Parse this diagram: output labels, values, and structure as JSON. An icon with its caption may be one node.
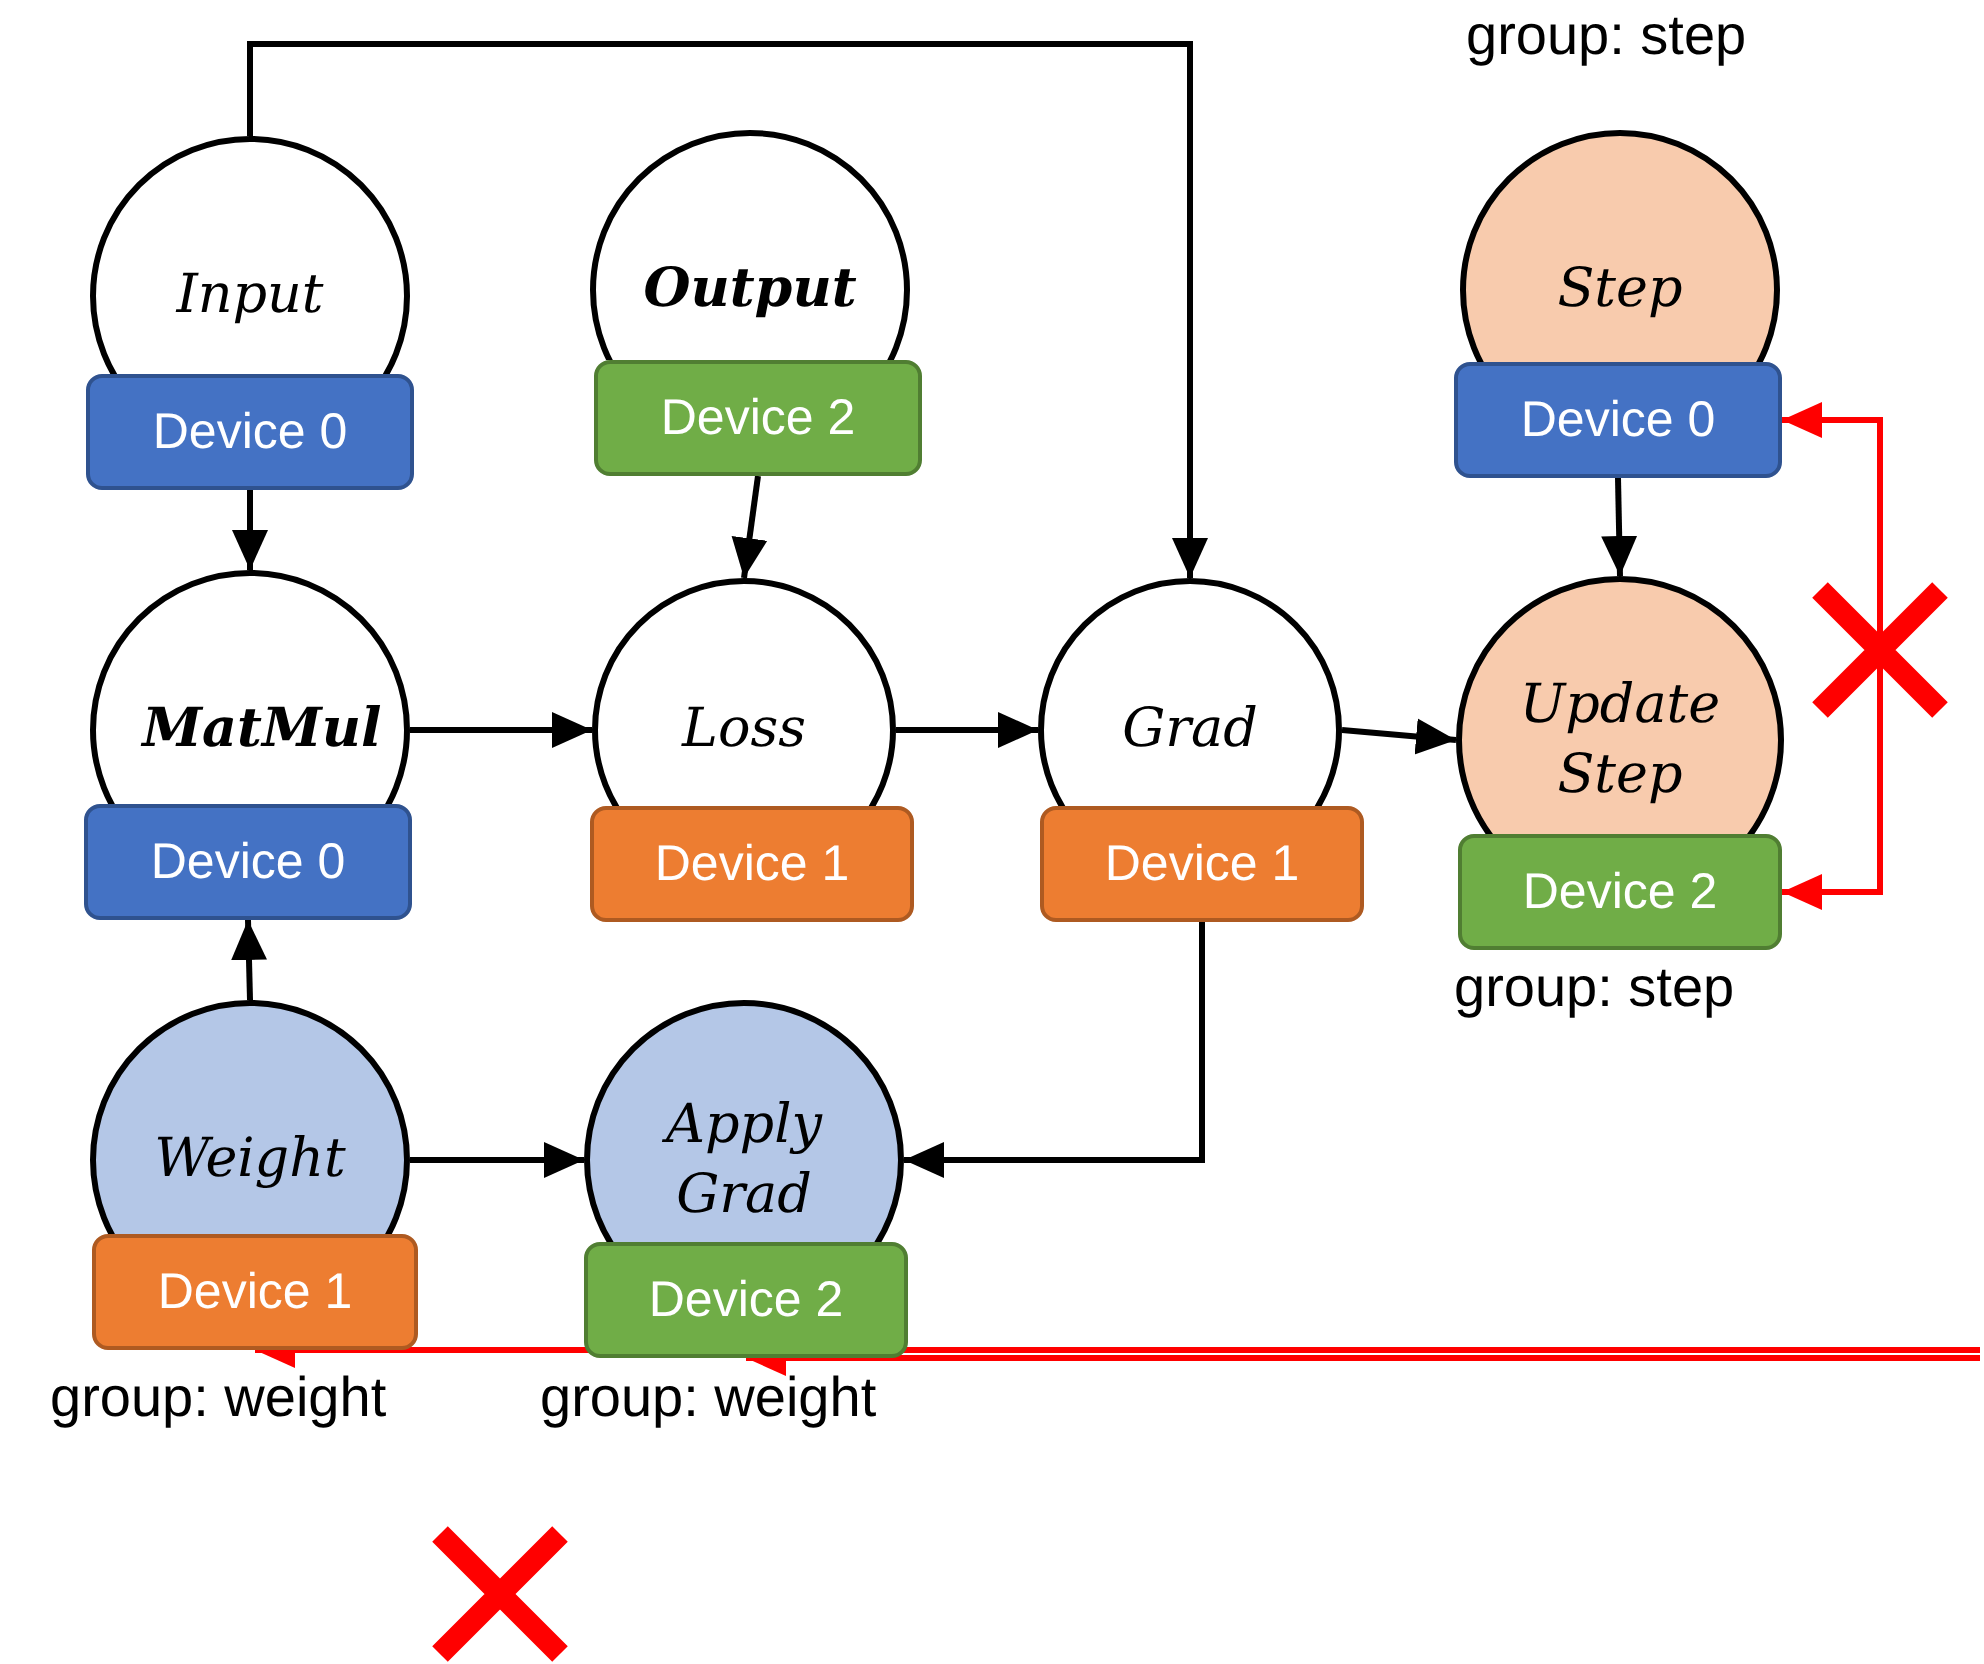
{
  "diagram": {
    "nodes": [
      {
        "text": [
          "Input"
        ]
      },
      {
        "text": [
          "Device 0"
        ]
      },
      {
        "text": [
          "Output"
        ]
      },
      {
        "text": [
          "Device 2"
        ]
      },
      {
        "text": [
          "Step"
        ],
        "beside": [
          "group: step"
        ]
      },
      {
        "text": [
          "Device 0"
        ]
      },
      {
        "text": [
          "MatMul"
        ]
      },
      {
        "text": [
          "Device 0"
        ]
      },
      {
        "text": [
          "Loss"
        ]
      },
      {
        "text": [
          "Device 1"
        ]
      },
      {
        "text": [
          "Grad"
        ]
      },
      {
        "text": [
          "Device 1"
        ]
      },
      {
        "text": [
          "Update Step"
        ]
      },
      {
        "text": [
          "Device 2"
        ],
        "beside": [
          "group: step"
        ]
      },
      {
        "text": [
          "Weight"
        ]
      },
      {
        "text": [
          "Device 1"
        ],
        "beside": [
          "group: weight"
        ]
      },
      {
        "text": [
          "Apply Grad"
        ]
      },
      {
        "text": [
          "Device 2"
        ],
        "beside": [
          "group: weight"
        ]
      }
    ],
    "edges": [
      {
        "from": 1,
        "to": 6,
        "arrow": "to"
      },
      {
        "from": 0,
        "to": 10,
        "arrow": "to"
      },
      {
        "from": 3,
        "to": 8,
        "arrow": "to"
      },
      {
        "from": 5,
        "to": 12,
        "arrow": "to"
      },
      {
        "from": 6,
        "to": 8,
        "arrow": "to"
      },
      {
        "from": 8,
        "to": 10,
        "arrow": "to"
      },
      {
        "from": 10,
        "to": 12,
        "arrow": "to"
      },
      {
        "from": 14,
        "to": 7,
        "arrow": "to"
      },
      {
        "from": 14,
        "to": 16,
        "arrow": "to"
      },
      {
        "from": 11,
        "to": 16,
        "arrow": "to"
      },
      {
        "from": 5,
        "to": 13,
        "arrow": "both",
        "color": "#ff0000"
      },
      {
        "from": null,
        "to": 15,
        "arrow": "to",
        "color": "#ff0000"
      },
      {
        "from": null,
        "to": 17,
        "arrow": "to",
        "color": "#ff0000"
      }
    ]
  }
}
